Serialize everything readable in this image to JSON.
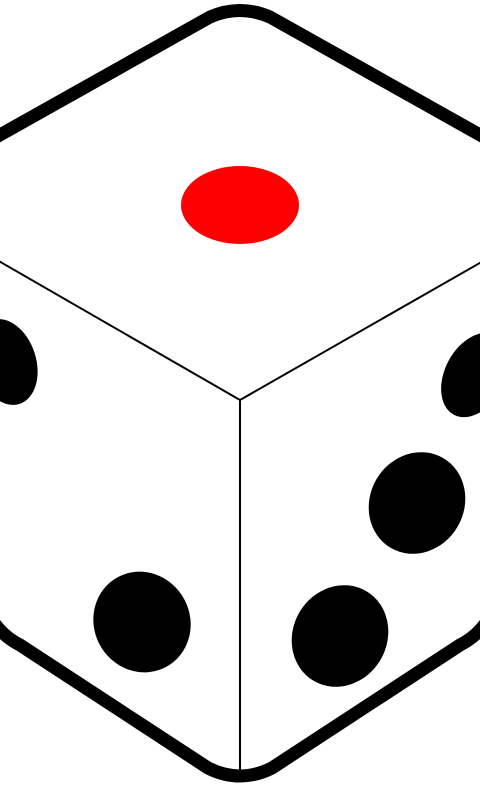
{
  "dice": {
    "top_face_pips": 1,
    "left_face_pips": 2,
    "right_face_pips": 3,
    "colors": {
      "body": "#ffffff",
      "outline": "#000000",
      "top_pip": "#ff0000",
      "side_pips": "#000000",
      "background": "#ffffff"
    }
  }
}
